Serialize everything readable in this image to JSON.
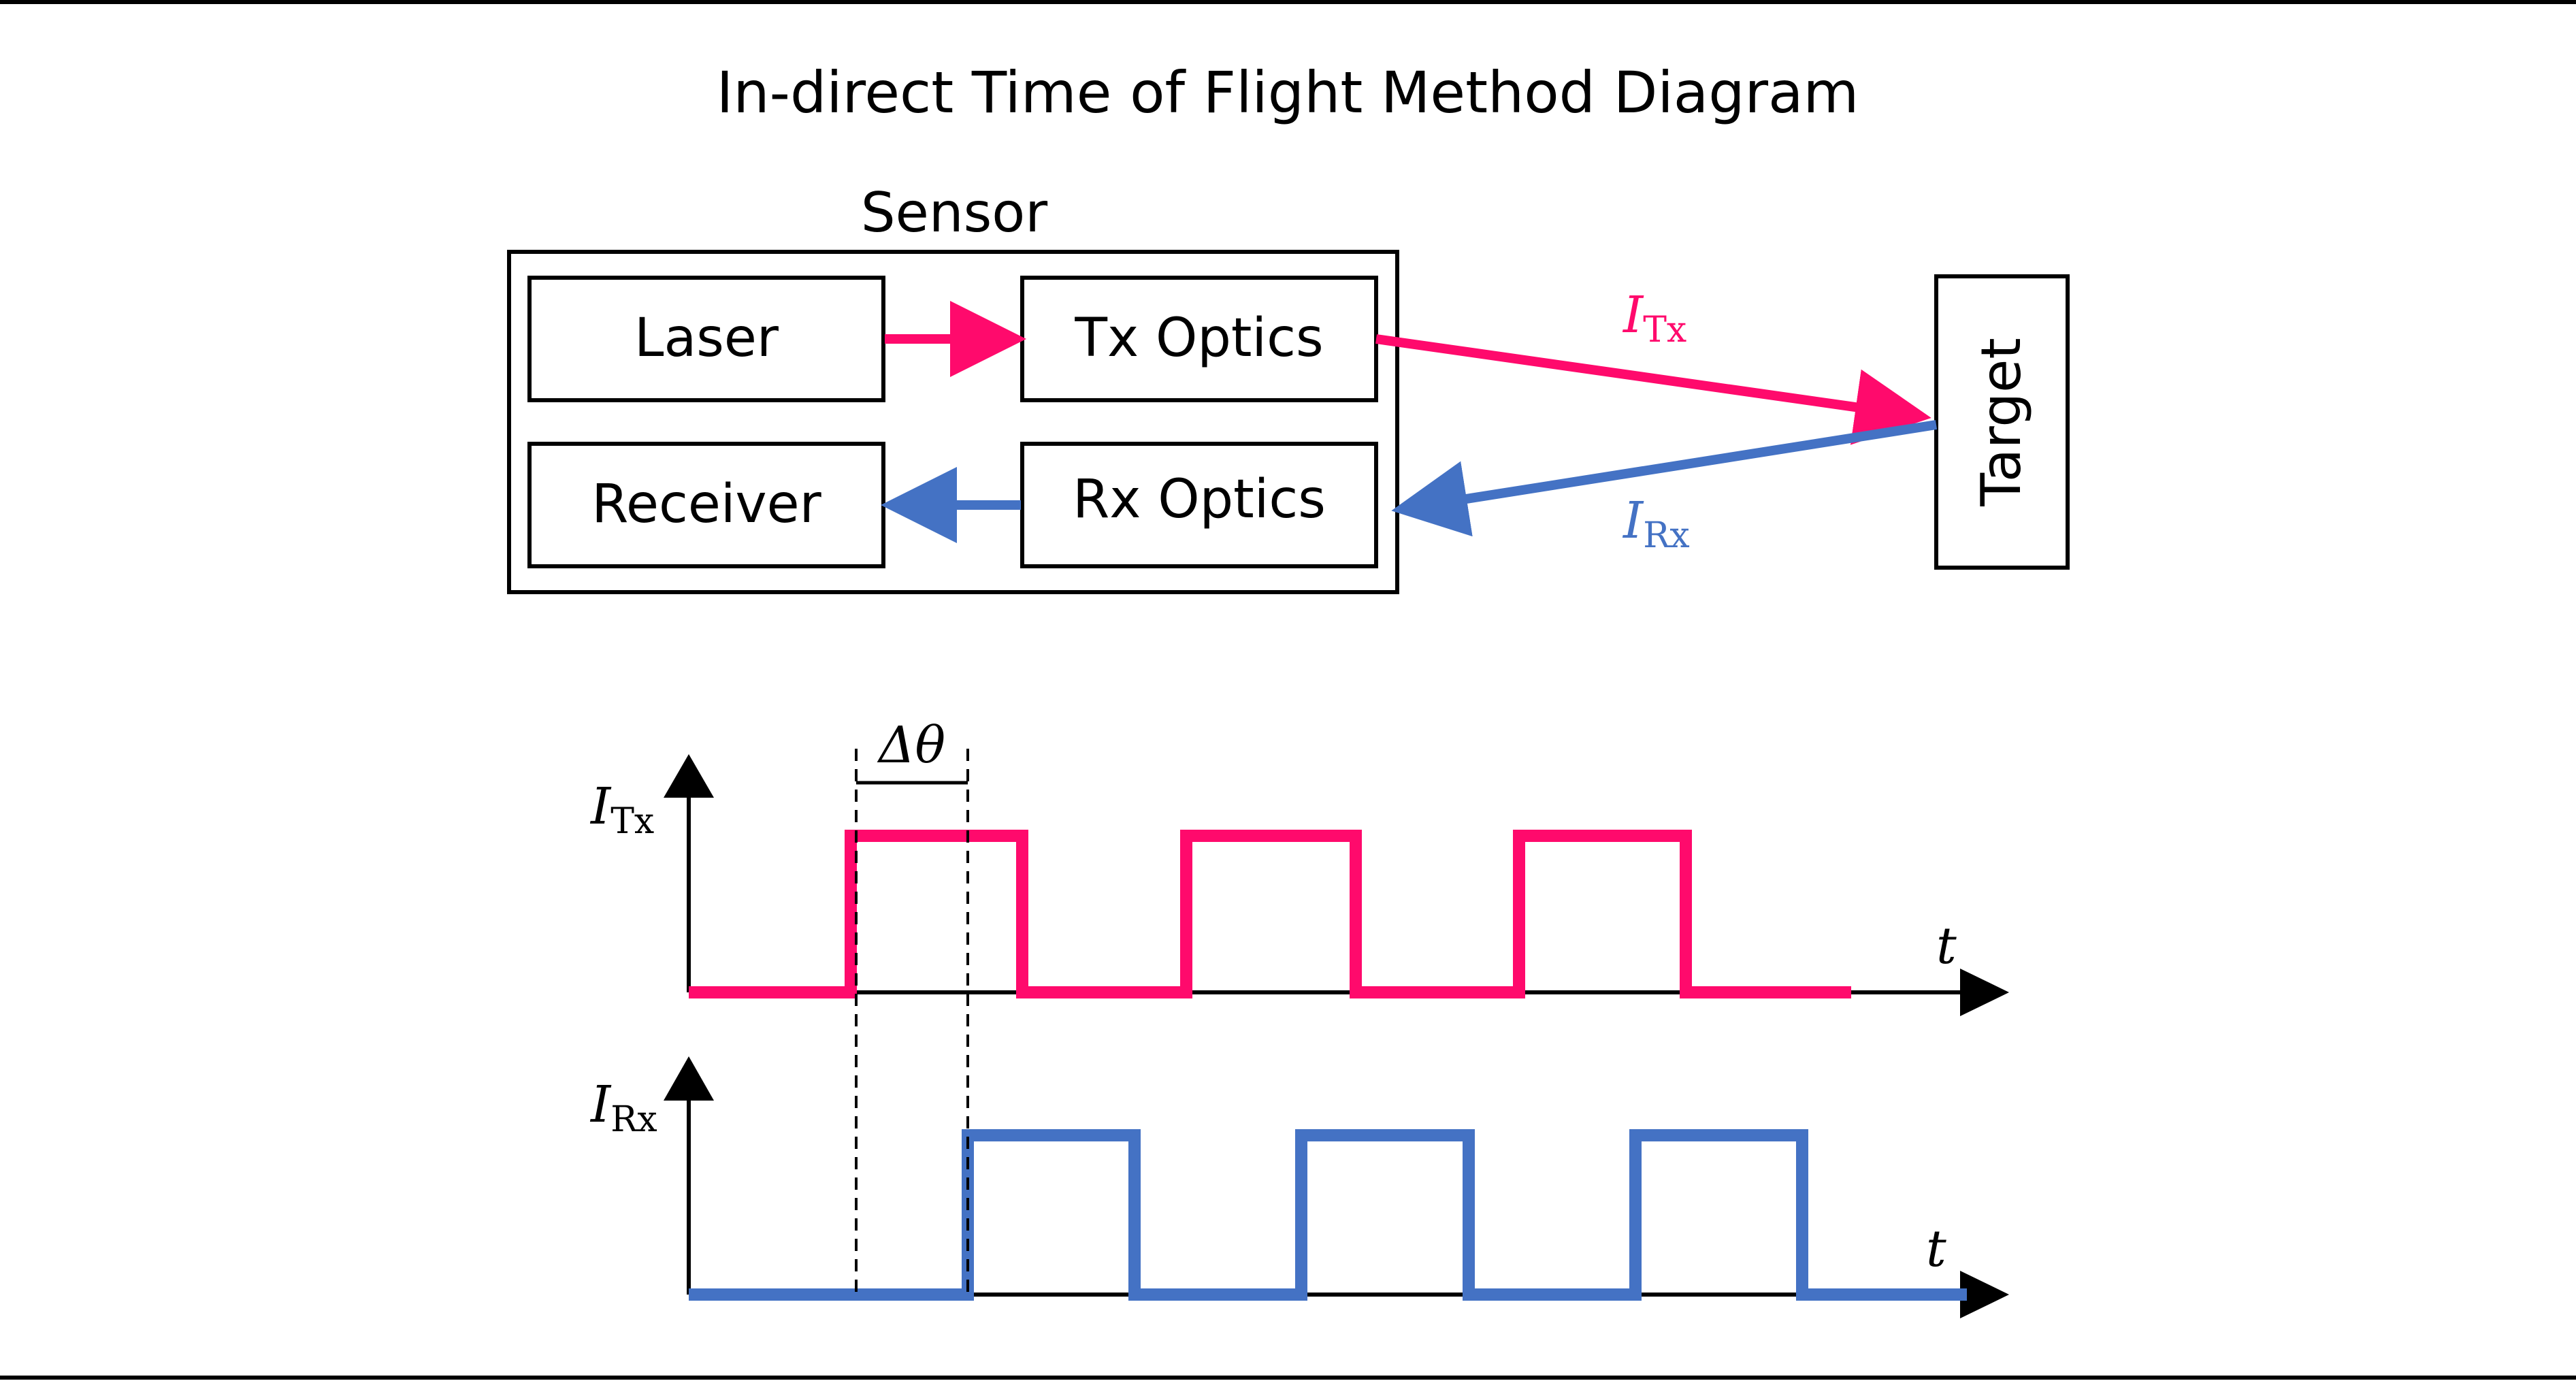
{
  "title": "In-direct Time of Flight Method Diagram",
  "colors": {
    "tx": "#ff0a6c",
    "rx": "#4472c4",
    "line": "#000000",
    "background": "#ffffff"
  },
  "sensor": {
    "label": "Sensor",
    "blocks": {
      "laser": "Laser",
      "tx_optics": "Tx Optics",
      "receiver": "Receiver",
      "rx_optics": "Rx Optics"
    }
  },
  "target": {
    "label": "Target"
  },
  "beams": {
    "tx": {
      "symbol": "I",
      "subscript": "Tx"
    },
    "rx": {
      "symbol": "I",
      "subscript": "Rx"
    }
  },
  "timing": {
    "phase_shift_label": "Δθ",
    "time_axis_label": "t",
    "tx_axis": {
      "symbol": "I",
      "subscript": "Tx"
    },
    "rx_axis": {
      "symbol": "I",
      "subscript": "Rx"
    }
  }
}
